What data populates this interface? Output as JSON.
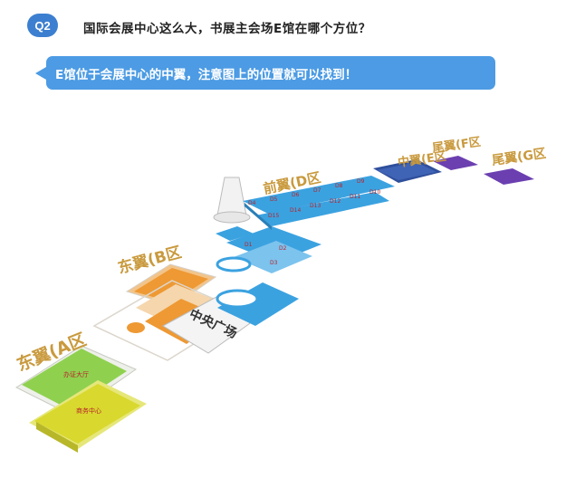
{
  "header": {
    "badge": "Q2",
    "question": "国际会展中心这么大，书展主会场E馆在哪个方位？"
  },
  "answer": {
    "text": "E馆位于会展中心的中翼，注意图上的位置就可以找到！"
  },
  "map": {
    "zones": {
      "east_a": "东翼(A区",
      "east_b": "东翼(B区",
      "front_d": "前翼(D区",
      "middle_e": "中翼(E区",
      "tail_f": "尾翼(F区",
      "tail_g": "尾翼(G区"
    },
    "plaza": "中央广场",
    "halls": {
      "office_hall": "办证大厅",
      "business_center": "商务中心",
      "d_halls": [
        "D4",
        "D5",
        "D6",
        "D7",
        "D8",
        "D9",
        "D10",
        "D11",
        "D12",
        "D13",
        "D14",
        "D15"
      ],
      "d_lower": [
        "D1",
        "D2",
        "D3"
      ]
    },
    "colors": {
      "zone_label": "#c99a3e",
      "zone_a": "#8fd14f",
      "zone_a2": "#d9d82e",
      "zone_b": "#ee9933",
      "zone_d": "#3ba2e0",
      "zone_e": "#2f4f9c",
      "zone_fg": "#6b3fb0"
    }
  }
}
